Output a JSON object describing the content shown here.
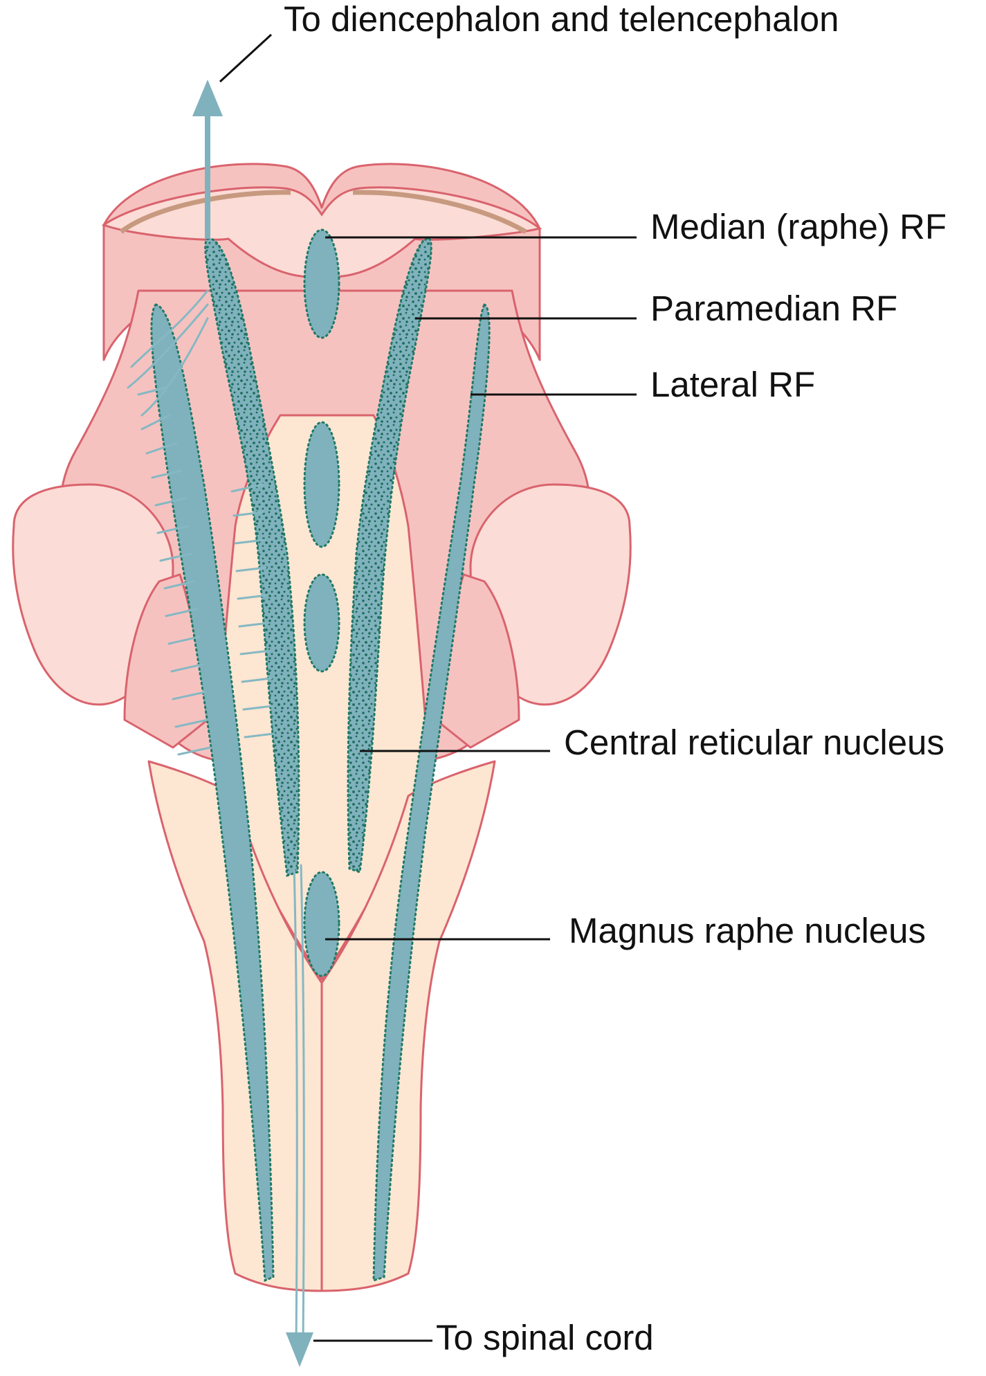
{
  "labels": {
    "top": "To diencephalon and telencephalon",
    "median": "Median (raphe) RF",
    "paramedian": "Paramedian RF",
    "lateral": "Lateral RF",
    "central": "Central reticular nucleus",
    "magnus": "Magnus raphe nucleus",
    "bottom": "To spinal cord"
  },
  "colors": {
    "tissue_pink": "#f6c2c0",
    "tissue_light": "#fbdcd6",
    "medulla_beige": "#fde6d2",
    "outline": "#d9636d",
    "nucleus_teal": "#7fb2bd",
    "stipple_green": "#1e7a66"
  }
}
